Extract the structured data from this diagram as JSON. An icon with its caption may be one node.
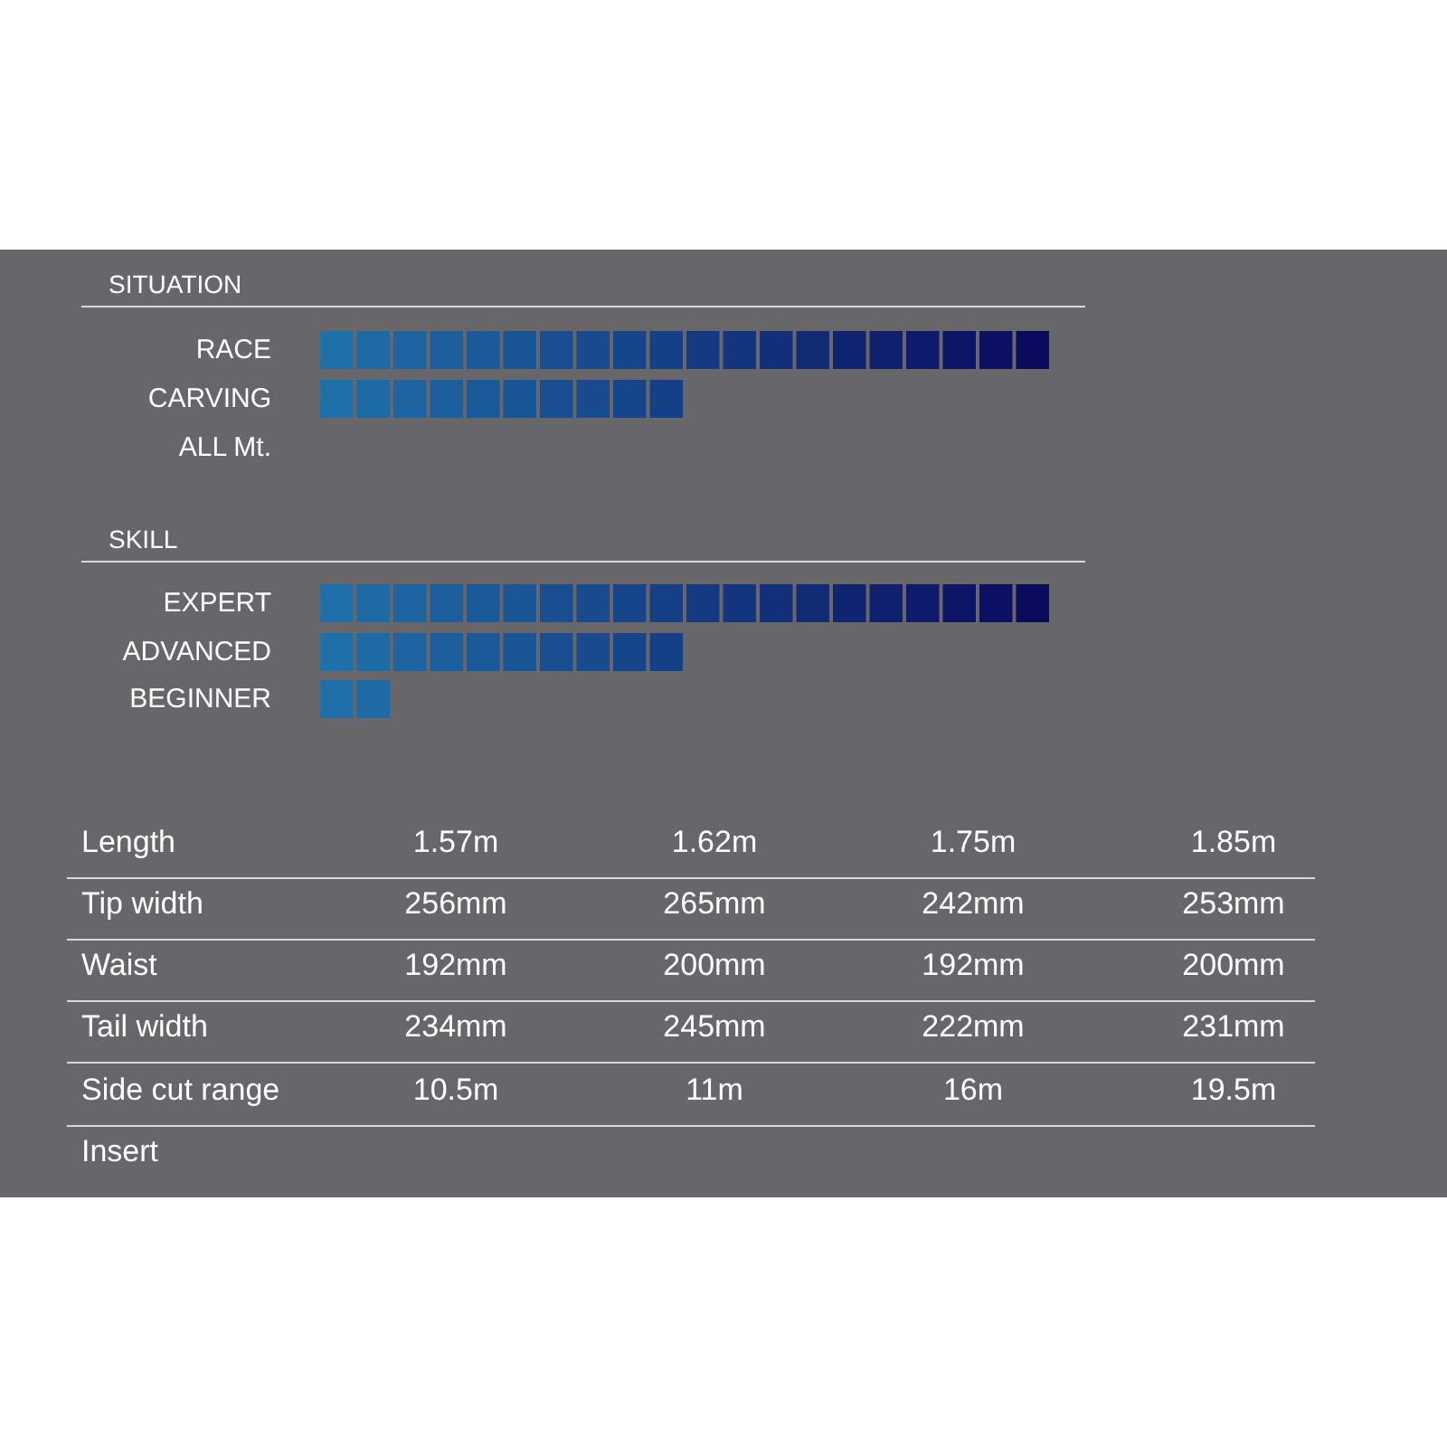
{
  "diagram": {
    "labels": [
      "SITUATION",
      "RACE",
      "CARVING",
      "ALL Mt.",
      "SKILL",
      "EXPERT",
      "ADVANCED",
      "BEGINNER",
      "Length",
      "1.57m",
      "1.62m",
      "1.75m",
      "1.85m",
      "Tip width",
      "256mm",
      "265mm",
      "242mm",
      "253mm",
      "Waist",
      "192mm",
      "200mm",
      "192mm",
      "200mm",
      "Tail width",
      "234mm",
      "245mm",
      "222mm",
      "231mm",
      "Side cut range",
      "10.5m",
      "11m",
      "16m",
      "19.5m",
      "Insert"
    ]
  }
}
